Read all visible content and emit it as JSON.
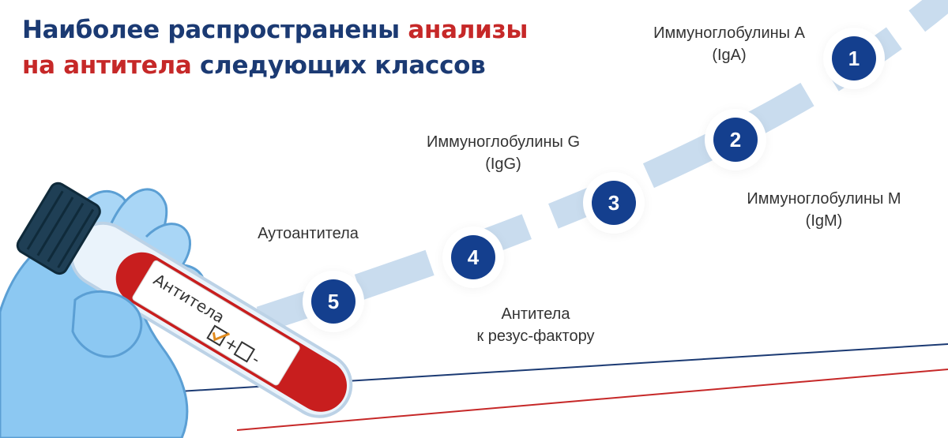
{
  "title": {
    "part1": "Наиболее распространены ",
    "part2": "анализы",
    "part3": "на антитела",
    "part4": " следующих классов"
  },
  "steps": [
    {
      "number": "1",
      "line1": "Иммуноглобулины А",
      "line2": "(IgA)"
    },
    {
      "number": "2",
      "line1": "Иммуноглобулины М",
      "line2": "(IgM)"
    },
    {
      "number": "3",
      "line1": "Иммуноглобулины G",
      "line2": "(IgG)"
    },
    {
      "number": "4",
      "line1": "Антитела",
      "line2": "к резус-фактору"
    },
    {
      "number": "5",
      "line1": "Аутоантитела",
      "line2": ""
    }
  ],
  "tube": {
    "label": "Антитела",
    "plus": "+",
    "minus": "-"
  },
  "colors": {
    "title": "#1b3a73",
    "accent": "#c62828",
    "badge": "#143f8e",
    "path": "#c9dcee",
    "glove": "#8cc8f2",
    "blood": "#c81e1e"
  },
  "icons": [
    "test-tube-icon",
    "glove-hand-icon",
    "checkbox-checked-icon",
    "checkbox-empty-icon"
  ]
}
